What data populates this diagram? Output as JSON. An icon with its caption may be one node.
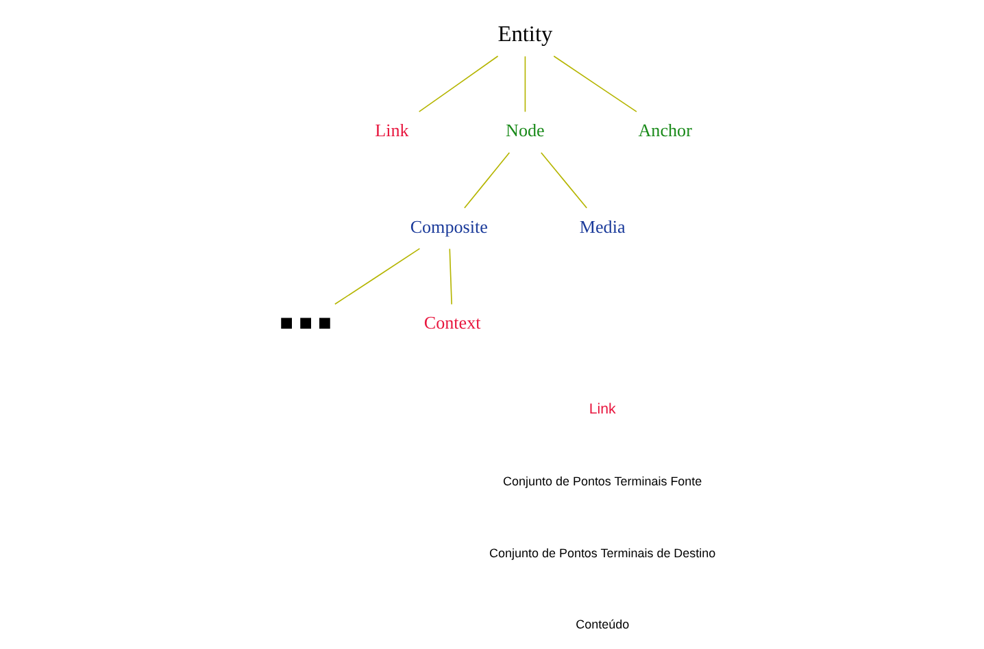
{
  "diagram": {
    "nodes": [
      {
        "text": [
          "Entity"
        ]
      },
      {
        "text": [
          "Link"
        ]
      },
      {
        "text": [
          "Node"
        ]
      },
      {
        "text": [
          "Anchor"
        ]
      },
      {
        "text": [
          "Composite"
        ]
      },
      {
        "text": [
          "Media"
        ]
      },
      {
        "text": [
          "■ ■ ■"
        ]
      },
      {
        "text": [
          "Context"
        ]
      }
    ],
    "edges": [
      {
        "from": 0,
        "to": 1,
        "arrow": "none"
      },
      {
        "from": 0,
        "to": 2,
        "arrow": "none"
      },
      {
        "from": 0,
        "to": 3,
        "arrow": "none"
      },
      {
        "from": 2,
        "to": 4,
        "arrow": "none"
      },
      {
        "from": 2,
        "to": 5,
        "arrow": "none"
      },
      {
        "from": 4,
        "to": 6,
        "arrow": "none"
      },
      {
        "from": 4,
        "to": 7,
        "arrow": "none"
      }
    ],
    "labels": [
      "Link",
      "Conjunto de Pontos Terminais Fonte",
      "Conjunto de Pontos Terminais de Destino",
      "Conteúdo"
    ]
  }
}
